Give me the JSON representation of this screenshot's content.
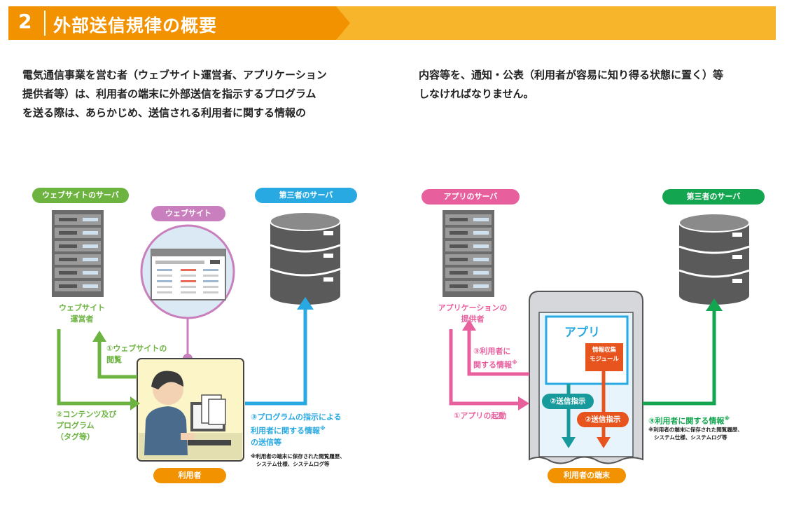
{
  "header": {
    "number": "2",
    "title": "外部送信規律の概要"
  },
  "intro": {
    "col1": [
      "電気通信事業を営む者（ウェブサイト運営者、アプリケーション",
      "提供者等）は、利用者の端末に外部送信を指示するプログラム",
      "を送る際は、あらかじめ、送信される利用者に関する情報の"
    ],
    "col2": [
      "内容等を、通知・公表（利用者が容易に知り得る状態に置く）等",
      "しなければなりません。"
    ]
  },
  "left": {
    "website_server": "ウェブサイトのサーバ",
    "website": "ウェブサイト",
    "third_server": "第三者のサーバ",
    "operator": [
      "ウェブサイト",
      "運営者"
    ],
    "step1": [
      "①ウェブサイトの",
      "閲覧"
    ],
    "step2": [
      "②コンテンツ及び",
      "プログラム",
      "（タグ等）"
    ],
    "step3": [
      "③プログラムの指示による",
      "利用者に関する情報",
      "の送信等"
    ],
    "step3_mark": "※",
    "note": [
      "※利用者の端末に保存された閲覧履歴、",
      "システム仕様、システムログ等"
    ],
    "user": "利用者"
  },
  "right": {
    "app_server": "アプリのサーバ",
    "third_server": "第三者のサーバ",
    "provider": [
      "アプリケーションの",
      "提供者"
    ],
    "step3_info": [
      "③利用者に",
      "関する情報"
    ],
    "step3_mark": "※",
    "step1": "①アプリの起動",
    "app_label": "アプリ",
    "module": [
      "情報収集",
      "モジュール"
    ],
    "step2a": "②送信指示",
    "step2b": "②送信指示",
    "step3": "③利用者に関する情報",
    "note": [
      "※利用者の端末に保存された閲覧履歴、",
      "システム仕様、システムログ等"
    ],
    "device": "利用者の端末"
  },
  "colors": {
    "orange": "#f39200",
    "header_light": "#f7b52c",
    "green": "#6cb33f",
    "purple": "#c97fbd",
    "cyan": "#29a9e1",
    "pink": "#e85f9e",
    "dkgreen": "#14a550",
    "teal": "#179a9c",
    "red": "#e8541e"
  }
}
